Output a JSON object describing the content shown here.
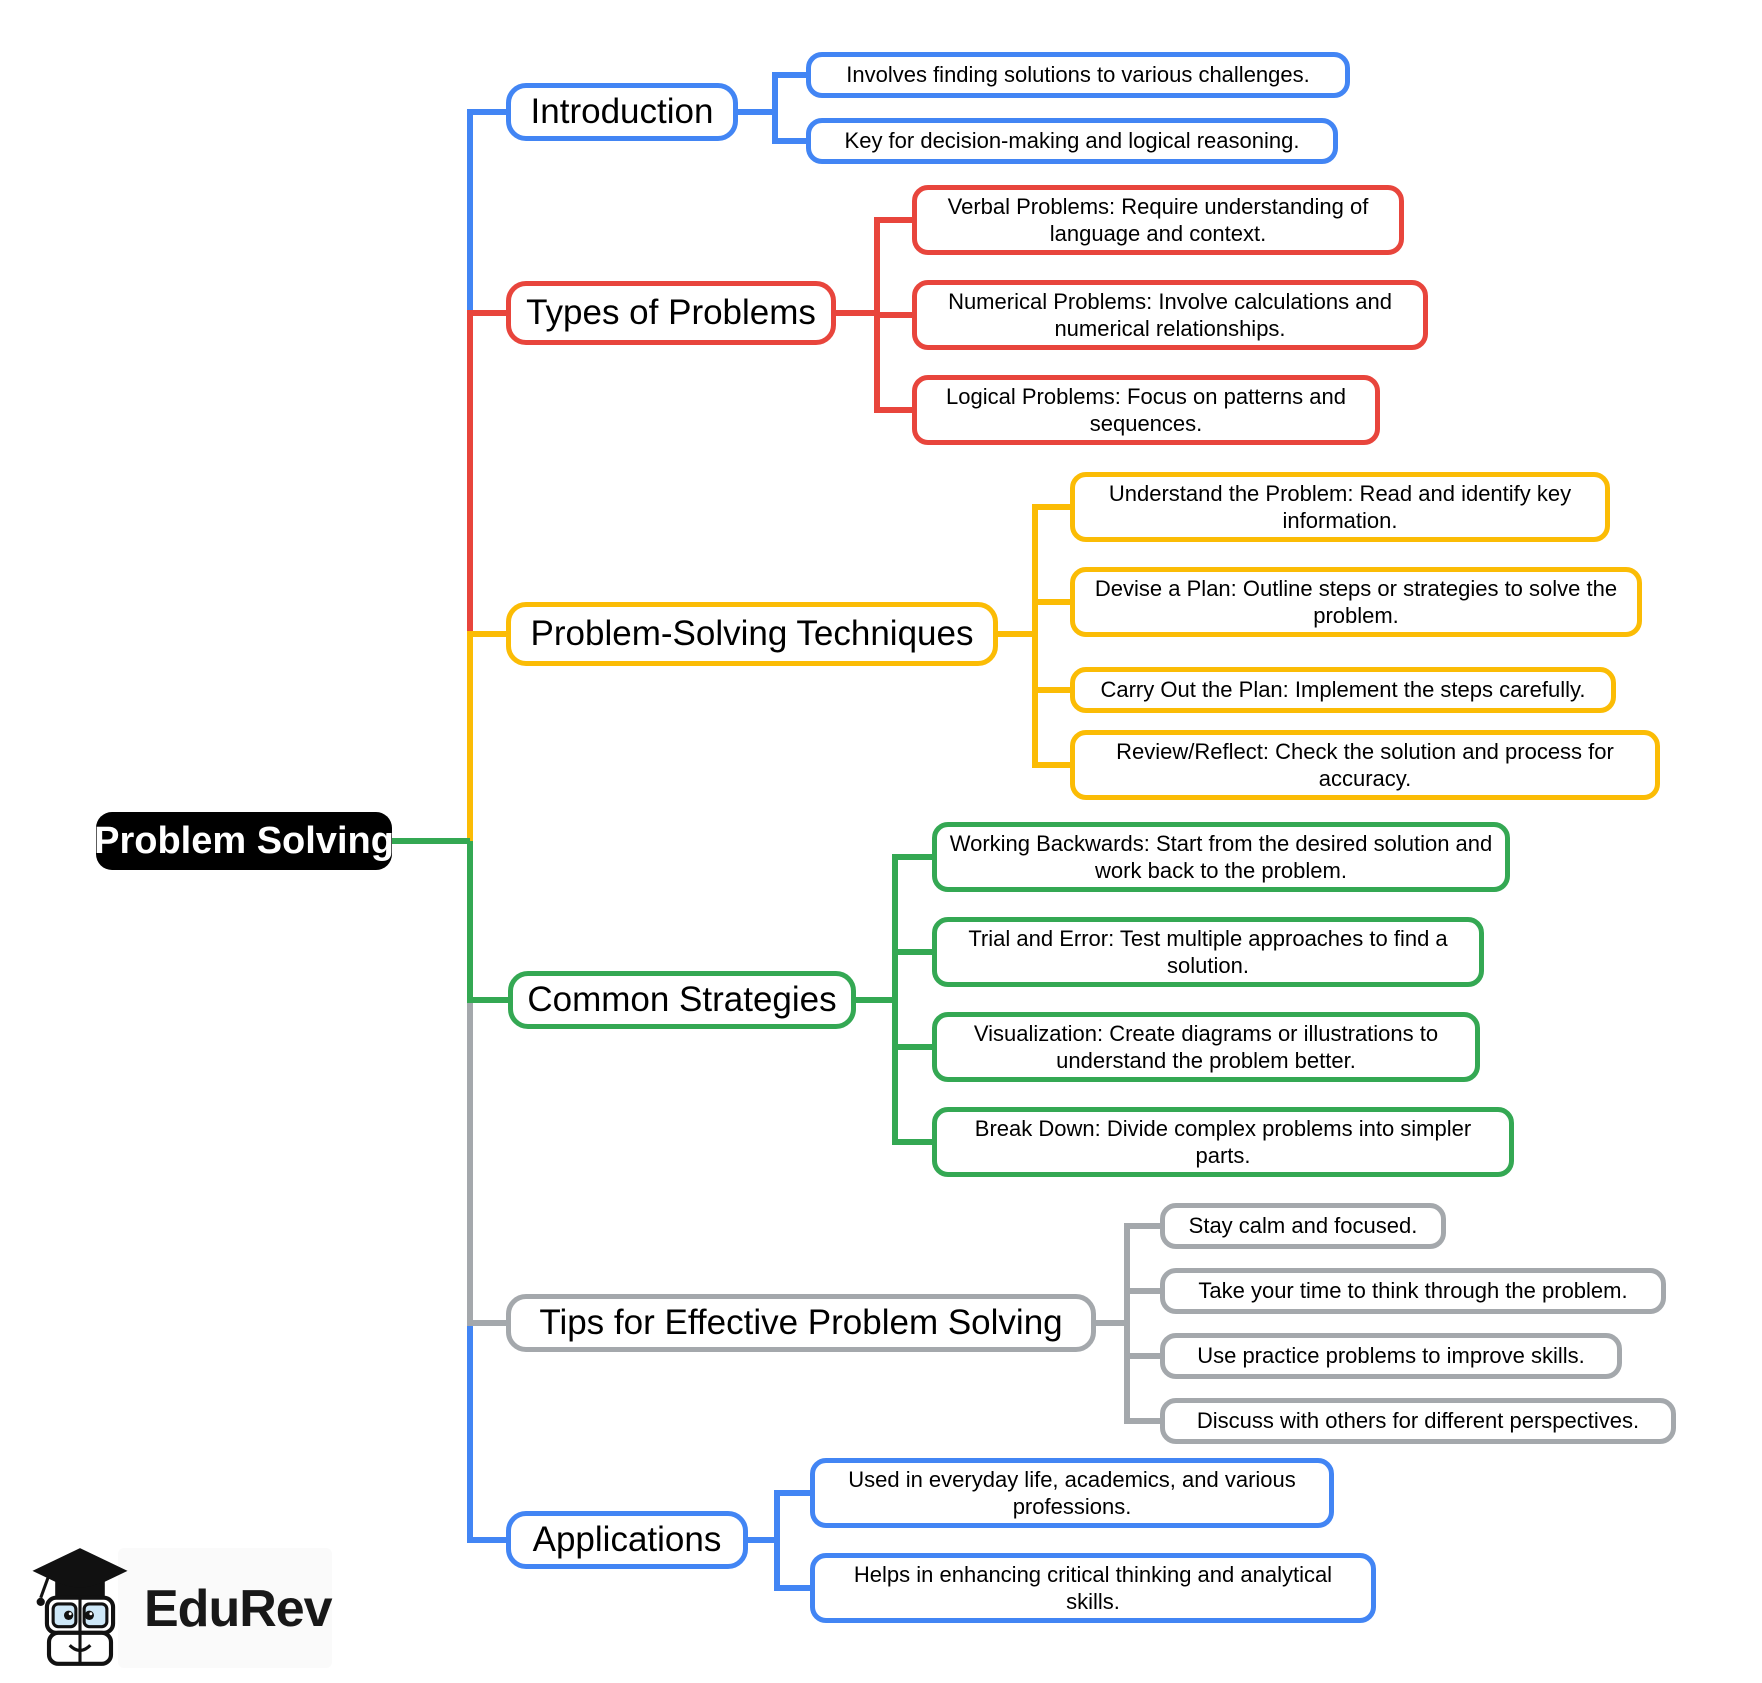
{
  "root": {
    "label": "Problem Solving",
    "bg": "#000000",
    "text_color": "#ffffff"
  },
  "branches": [
    {
      "label": "Introduction",
      "color": "#4285F4",
      "leaves": [
        "Involves finding solutions to various challenges.",
        "Key for decision-making and logical reasoning."
      ]
    },
    {
      "label": "Types of Problems",
      "color": "#E8453C",
      "leaves": [
        "Verbal Problems: Require understanding of language and context.",
        "Numerical Problems: Involve calculations and numerical relationships.",
        "Logical Problems: Focus on patterns and sequences."
      ]
    },
    {
      "label": "Problem-Solving Techniques",
      "color": "#FBBC05",
      "leaves": [
        "Understand the Problem: Read and identify key information.",
        "Devise a Plan: Outline steps or strategies to solve the problem.",
        "Carry Out the Plan: Implement the steps carefully.",
        "Review/Reflect: Check the solution and process for accuracy."
      ]
    },
    {
      "label": "Common Strategies",
      "color": "#34A853",
      "leaves": [
        "Working Backwards: Start from the desired solution and work back to the problem.",
        "Trial and Error: Test multiple approaches to find a solution.",
        "Visualization: Create diagrams or illustrations to understand the problem better.",
        "Break Down: Divide complex problems into simpler parts."
      ]
    },
    {
      "label": "Tips for Effective Problem Solving",
      "color": "#A4A8AC",
      "leaves": [
        "Stay calm and focused.",
        "Take your time to think through the problem.",
        "Use practice problems to improve skills.",
        "Discuss with others for different perspectives."
      ]
    },
    {
      "label": "Applications",
      "color": "#4285F4",
      "leaves": [
        "Used in everyday life, academics, and various professions.",
        "Helps in enhancing critical thinking and analytical skills."
      ]
    }
  ],
  "logo": {
    "text": "EduRev"
  }
}
